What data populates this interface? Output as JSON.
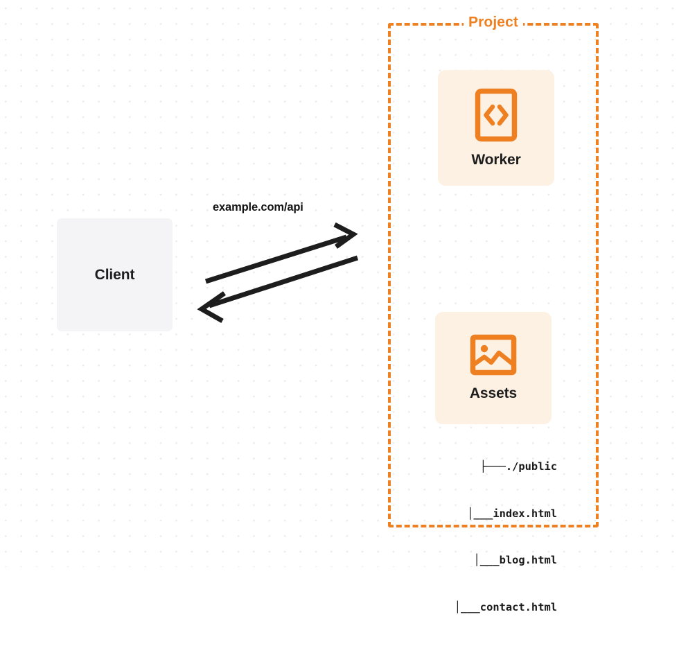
{
  "diagram": {
    "type": "architecture-diagram",
    "background": {
      "style": "dot-grid",
      "dot_color": "#ebebeb",
      "page_color": "#ffffff"
    },
    "colors": {
      "accent_orange": "#ee8022",
      "card_cream": "#fdf1e3",
      "client_gray": "#f4f4f6",
      "text_dark": "#1d1d1d"
    },
    "client": {
      "label": "Client"
    },
    "connection": {
      "label": "example.com/api",
      "direction": "bidirectional",
      "outgoing_arrow": "arrow-right",
      "incoming_arrow": "arrow-left"
    },
    "project": {
      "title": "Project",
      "border_style": "dashed",
      "border_color": "#ee8022",
      "services": [
        {
          "label": "Worker",
          "icon": "code-brackets-icon"
        },
        {
          "label": "Assets",
          "icon": "image-picture-icon"
        }
      ],
      "file_tree": {
        "rows": [
          {
            "connector": "├───",
            "name": "./public"
          },
          {
            "connector": "│___",
            "name": "index.html"
          },
          {
            "connector": "│___",
            "name": "blog.html"
          },
          {
            "connector": "│___",
            "name": "contact.html"
          }
        ]
      }
    }
  }
}
